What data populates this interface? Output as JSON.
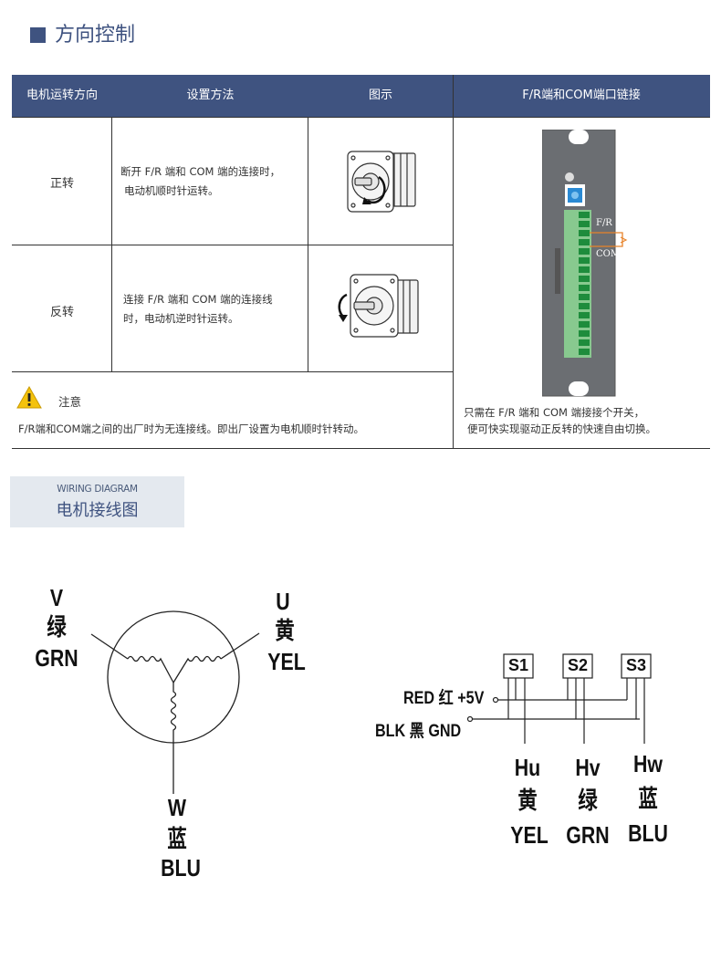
{
  "section": {
    "title": "方向控制"
  },
  "table": {
    "headers": [
      "电机运转方向",
      "设置方法",
      "图示",
      "F/R端和COM端口链接"
    ],
    "rows": [
      {
        "direction": "正转",
        "method_line1": "断开 F/R 端和 COM 端的连接时，",
        "method_line2": "电动机顺时针运转。"
      },
      {
        "direction": "反转",
        "method_line1": "连接 F/R 端和 COM 端的连接线",
        "method_line2": "时，电动机逆时针运转。"
      }
    ],
    "note_title": "注意",
    "note_text": "F/R端和COM端之间的出厂时为无连接线。即出厂设置为电机顺时针转动。",
    "driver_labels": {
      "fr": "F/R",
      "com": "COM"
    },
    "link_line1": "只需在 F/R 端和 COM 端接接个开关，",
    "link_line2": "便可快实现驱动正反转的快速自由切换。"
  },
  "wiring": {
    "heading_en": "WIRING DIAGRAM",
    "heading_cn": "电机接线图",
    "motor": {
      "v": {
        "letter": "V",
        "cn": "绿",
        "code": "GRN"
      },
      "u": {
        "letter": "U",
        "cn": "黄",
        "code": "YEL"
      },
      "w": {
        "letter": "W",
        "cn": "蓝",
        "code": "BLU"
      }
    },
    "hall": {
      "sensors": [
        "S1",
        "S2",
        "S3"
      ],
      "red_label": "RED 红 +5V",
      "blk_label": "BLK 黑 GND",
      "outputs": [
        {
          "name": "Hu",
          "cn": "黄",
          "code": "YEL"
        },
        {
          "name": "Hv",
          "cn": "绿",
          "code": "GRN"
        },
        {
          "name": "Hw",
          "cn": "蓝",
          "code": "BLU"
        }
      ]
    }
  },
  "colors": {
    "accent": "#3f5380",
    "terminal_green": "#2fa84f",
    "driver_gray": "#6b6e72",
    "wire_orange": "#e8832a"
  }
}
